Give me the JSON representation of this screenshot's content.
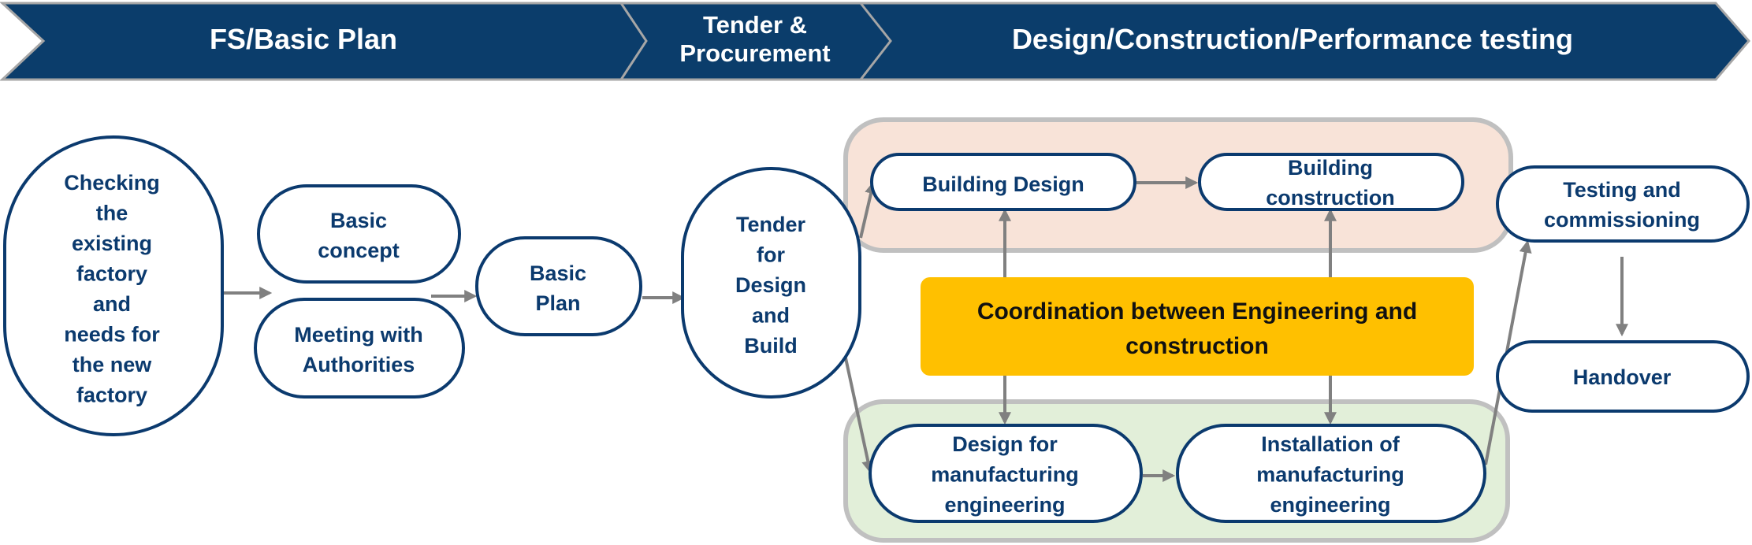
{
  "colors": {
    "navy": "#0b3a6e",
    "phase_fill": "#0b3d6b",
    "arrow": "#808080",
    "pink_group": "#f8e3d8",
    "green_group": "#e2efd9",
    "group_border": "#c0c0c0",
    "coordination": "#ffc000"
  },
  "phases": [
    {
      "id": "fs",
      "lines": [
        "FS/Basic Plan"
      ]
    },
    {
      "id": "tender",
      "lines": [
        "Tender &",
        "Procurement"
      ]
    },
    {
      "id": "design",
      "lines": [
        "Design/Construction/Performance testing"
      ]
    }
  ],
  "nodes": {
    "checking": [
      "Checking",
      "the",
      "existing",
      "factory",
      "and",
      "needs for",
      "the new",
      "factory"
    ],
    "basic_concept": [
      "Basic",
      "concept"
    ],
    "meeting": [
      "Meeting with",
      "Authorities"
    ],
    "basic_plan": [
      "Basic",
      "Plan"
    ],
    "tender": [
      "Tender",
      "for",
      "Design",
      "and",
      "Build"
    ],
    "building_design": [
      "Building Design"
    ],
    "building_construction": [
      "Building",
      "construction"
    ],
    "design_mfg": [
      "Design for",
      "manufacturing",
      "engineering"
    ],
    "install_mfg": [
      "Installation of",
      "manufacturing",
      "engineering"
    ],
    "testing": [
      "Testing and",
      "commissioning"
    ],
    "handover": [
      "Handover"
    ]
  },
  "coordination": [
    "Coordination between Engineering and",
    "construction"
  ]
}
